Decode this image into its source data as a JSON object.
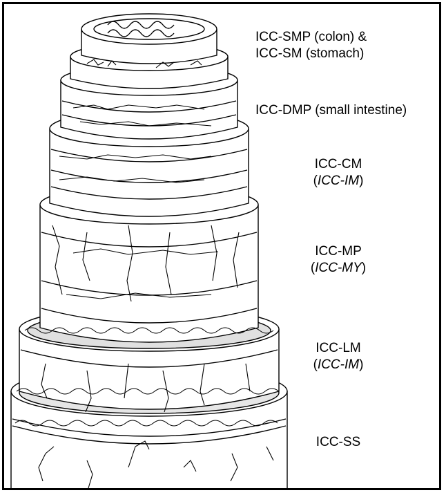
{
  "labels": {
    "smp": {
      "line1": "ICC-SMP (colon) &",
      "line2": "ICC-SM (stomach)"
    },
    "dmp": {
      "line1": "ICC-DMP (small intestine)"
    },
    "cm": {
      "line1": "ICC-CM",
      "paren_open": "(",
      "italic": "ICC-IM",
      "paren_close": ")"
    },
    "mp": {
      "line1": "ICC-MP",
      "paren_open": "(",
      "italic": "ICC-MY",
      "paren_close": ")"
    },
    "lm": {
      "line1": "ICC-LM",
      "paren_open": "(",
      "italic": "ICC-IM",
      "paren_close": ")"
    },
    "ss": {
      "line1": "ICC-SS"
    }
  },
  "colors": {
    "ink": "#000000",
    "background": "#ffffff",
    "shade": "#d8d8d8"
  }
}
